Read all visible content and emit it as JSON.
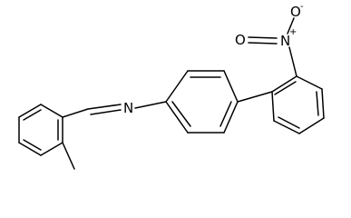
{
  "molecule": {
    "atoms": {
      "imine_n": "N",
      "nitro_n": "N",
      "nitro_n_charge": "+",
      "nitro_o_top": "O",
      "nitro_o_top_charge": "-",
      "nitro_o_left": "O"
    }
  }
}
